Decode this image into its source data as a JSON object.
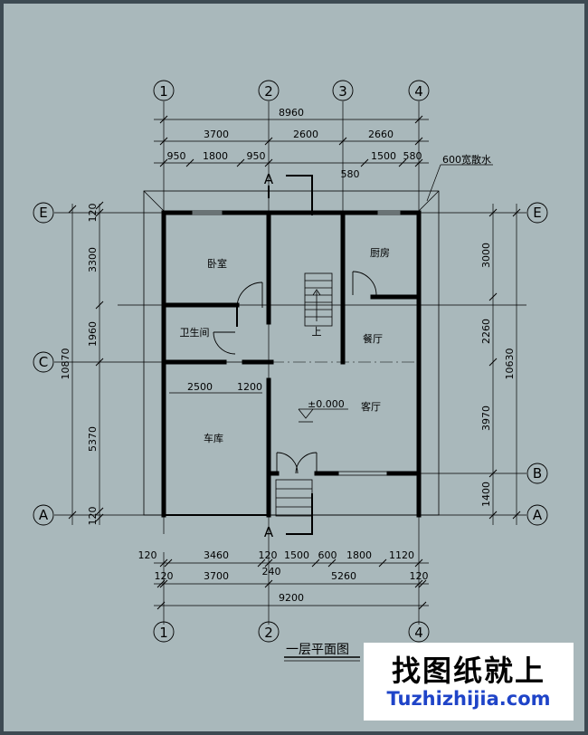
{
  "axes_top": [
    "1",
    "2",
    "3",
    "4"
  ],
  "axes_bottom": [
    "1",
    "2",
    "4"
  ],
  "axes_left": [
    "E",
    "C",
    "A"
  ],
  "axes_right": [
    "E",
    "B",
    "A"
  ],
  "dims_top": {
    "total": "8960",
    "row2": [
      "3700",
      "2600",
      "2660"
    ],
    "row3": [
      "950",
      "1800",
      "950",
      "1500",
      "580"
    ],
    "extra": "580"
  },
  "dims_bottom": {
    "row1": [
      "120",
      "3460",
      "120",
      "1500",
      "600",
      "1800",
      "1120"
    ],
    "row1_extra": "240",
    "row2": [
      "120",
      "3700",
      "5260",
      "120"
    ],
    "total": "9200"
  },
  "dims_left": {
    "segments": [
      "120",
      "3300",
      "1960",
      "5370",
      "120"
    ],
    "total": "10870"
  },
  "dims_right": {
    "segments": [
      "3000",
      "2260",
      "3970",
      "1400"
    ],
    "total": "10630"
  },
  "interior_dims": [
    "2500",
    "1200"
  ],
  "rooms": {
    "bedroom": "卧室",
    "kitchen": "厨房",
    "bathroom": "卫生间",
    "dining": "餐厅",
    "living": "客厅",
    "garage": "车库",
    "stair_up": "上"
  },
  "elevation": "±0.000",
  "section_mark": "A",
  "apron_note": "600宽散水",
  "drawing_title": "一层平面图",
  "watermark": {
    "cn": "找图纸就上",
    "en": "Tuzhizhijia.com"
  }
}
